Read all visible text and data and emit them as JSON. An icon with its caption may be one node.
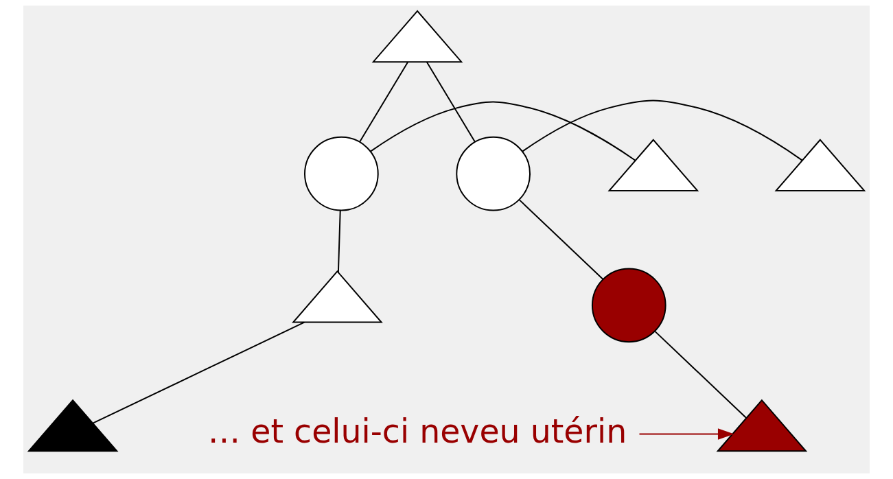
{
  "diagram": {
    "nodes": [
      {
        "text": [],
        "shape": "triangle"
      },
      {
        "text": [],
        "shape": "triangle"
      },
      {
        "text": [],
        "shape": "circle"
      },
      {
        "text": [],
        "shape": "circle"
      },
      {
        "text": [],
        "shape": "triangle"
      },
      {
        "text": [],
        "shape": "triangle"
      },
      {
        "text": [],
        "shape": "circle"
      },
      {
        "text": [],
        "shape": "triangle"
      },
      {
        "text": [],
        "shape": "triangle"
      },
      {
        "text": [
          "… et celui-ci neveu utérin"
        ]
      }
    ],
    "edges": [
      {
        "from": 0,
        "to": 2,
        "arrow": "none"
      },
      {
        "from": 0,
        "to": 3,
        "arrow": "none"
      },
      {
        "from": 1,
        "to": 2,
        "arrow": "none"
      },
      {
        "from": 3,
        "to": 4,
        "arrow": "none"
      },
      {
        "from": 2,
        "to": 5,
        "arrow": "none"
      },
      {
        "from": 3,
        "to": 6,
        "arrow": "none"
      },
      {
        "from": 5,
        "to": 7,
        "arrow": "none"
      },
      {
        "from": 6,
        "to": 8,
        "arrow": "none"
      },
      {
        "from": 9,
        "to": 8,
        "arrow": "to",
        "color": "#990000"
      }
    ]
  }
}
